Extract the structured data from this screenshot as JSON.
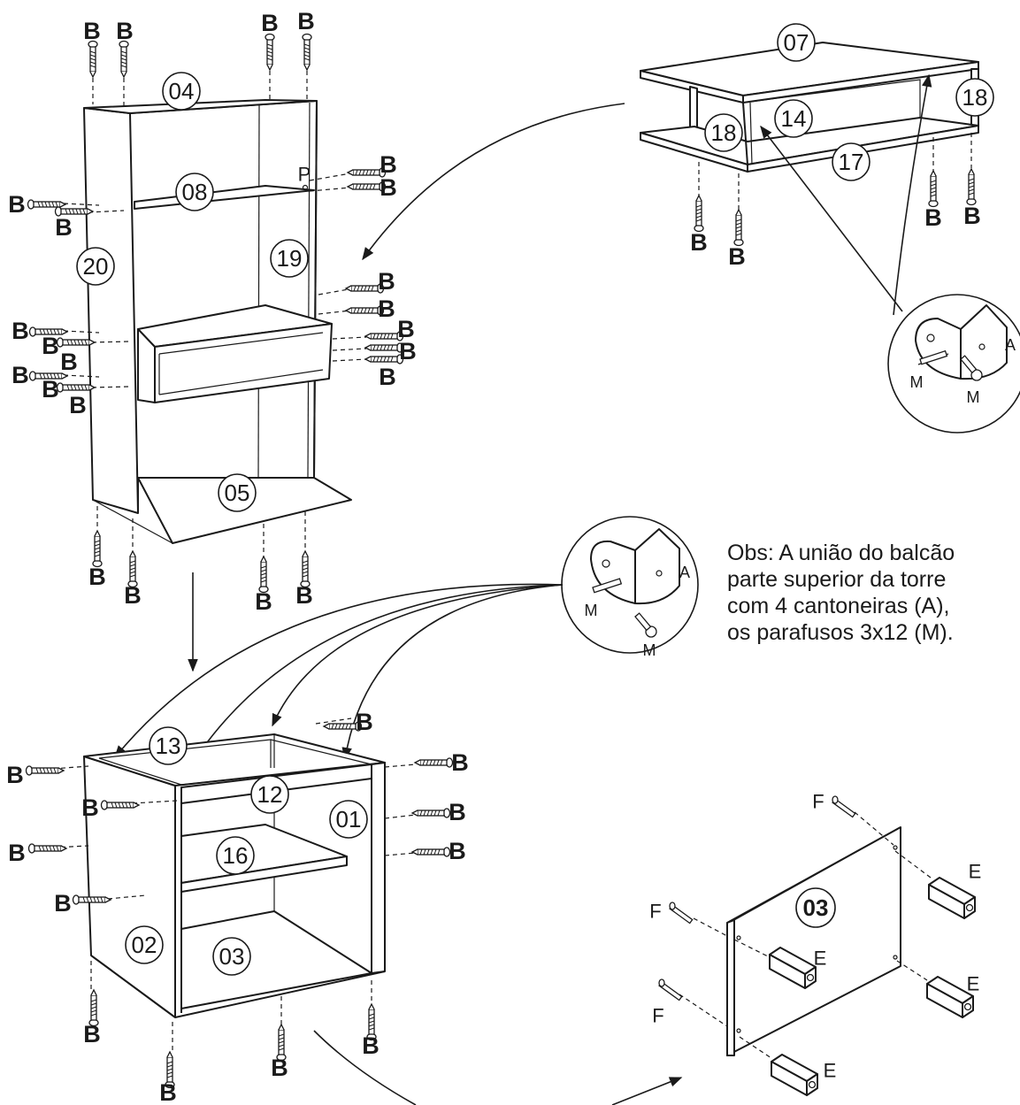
{
  "parts": {
    "p01": "01",
    "p02": "02",
    "p03": "03",
    "p03_panel": "03",
    "p04": "04",
    "p05": "05",
    "p07": "07",
    "p08": "08",
    "p12": "12",
    "p13": "13",
    "p14": "14",
    "p16": "16",
    "p17": "17",
    "p18": "18",
    "p19": "19",
    "p20": "20"
  },
  "hardware": {
    "B": "B",
    "P": "P",
    "A": "A",
    "M": "M",
    "E": "E",
    "F": "F"
  },
  "note": {
    "line1": "Obs: A união do balcão",
    "line2": "parte superior da torre",
    "line3": "com 4 cantoneiras (A),",
    "line4": "os parafusos 3x12 (M)."
  }
}
